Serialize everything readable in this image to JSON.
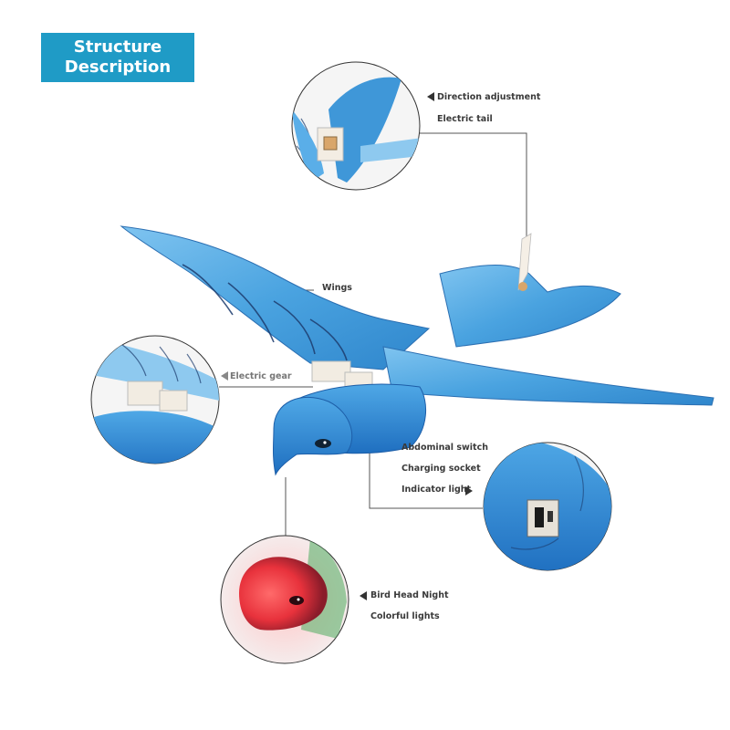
{
  "title": {
    "line1": "Structure",
    "line2": "Description"
  },
  "labels": {
    "direction": "Direction adjustment",
    "tail": "Electric tail",
    "wings": "Wings",
    "gear": "Electric gear",
    "abdominal": "Abdominal switch",
    "charging": "Charging socket",
    "indicator": "Indicator light",
    "bird_head": "Bird Head Night",
    "colorful": "Colorful lights"
  },
  "colors": {
    "accent": "#1f9bc6",
    "bird_blue": "#3f97d8",
    "head_light": "#e8323c"
  }
}
